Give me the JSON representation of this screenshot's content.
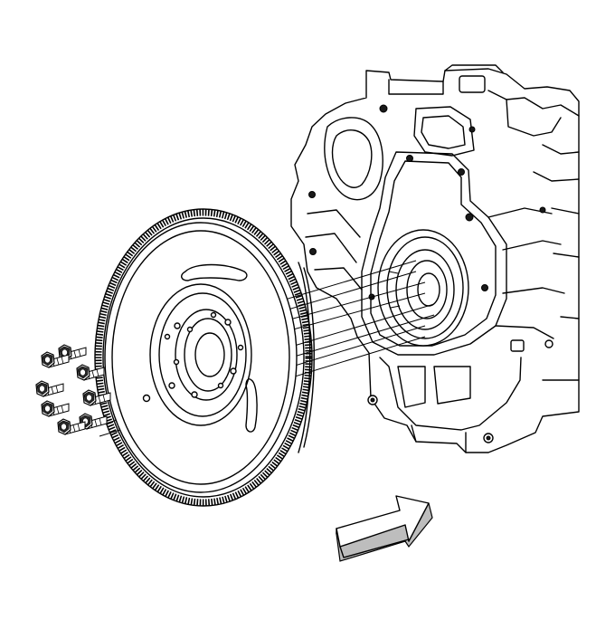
{
  "diagram": {
    "subject": "flywheel-installation",
    "colors": {
      "line": "#000000",
      "background": "#ffffff",
      "arrow_shadow": "#bdbdbd",
      "fill_dark": "#1a1a1a"
    },
    "bolts": [
      {
        "side": "rear"
      },
      {
        "side": "rear"
      },
      {
        "side": "front"
      },
      {
        "side": "front"
      },
      {
        "side": "front"
      },
      {
        "side": "rear"
      },
      {
        "side": "rear"
      },
      {
        "side": "front"
      }
    ],
    "arrow": {
      "icon": "direction-arrow-icon",
      "direction": "front-of-vehicle"
    }
  }
}
